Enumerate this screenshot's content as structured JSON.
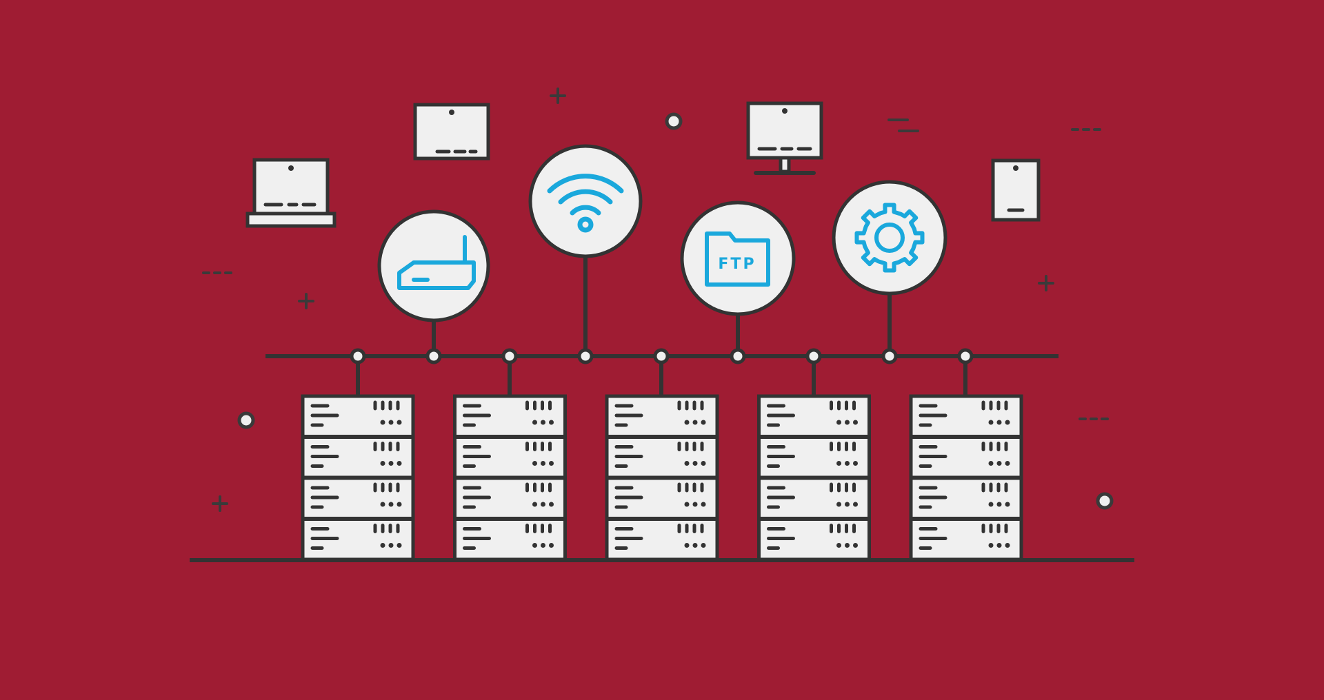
{
  "colors": {
    "background": "#9f1c33",
    "outline": "#333333",
    "panel": "#f0f0f0",
    "icon_accent": "#1aa8dc",
    "decor": "#3a3a3a"
  },
  "hubs": [
    {
      "icon": "router-icon"
    },
    {
      "icon": "wifi-icon"
    },
    {
      "icon": "ftp-folder-icon",
      "label": "FTP"
    },
    {
      "icon": "gear-icon"
    }
  ],
  "devices": [
    {
      "icon": "laptop-icon"
    },
    {
      "icon": "tablet-landscape-icon"
    },
    {
      "icon": "desktop-monitor-icon"
    },
    {
      "icon": "phone-icon"
    }
  ],
  "servers": {
    "rack_count": 5,
    "units_per_rack": 4,
    "icon": "server-rack-icon"
  },
  "decorations": [
    {
      "icon": "plus-icon"
    },
    {
      "icon": "dot-icon"
    },
    {
      "icon": "dash-icon"
    }
  ]
}
